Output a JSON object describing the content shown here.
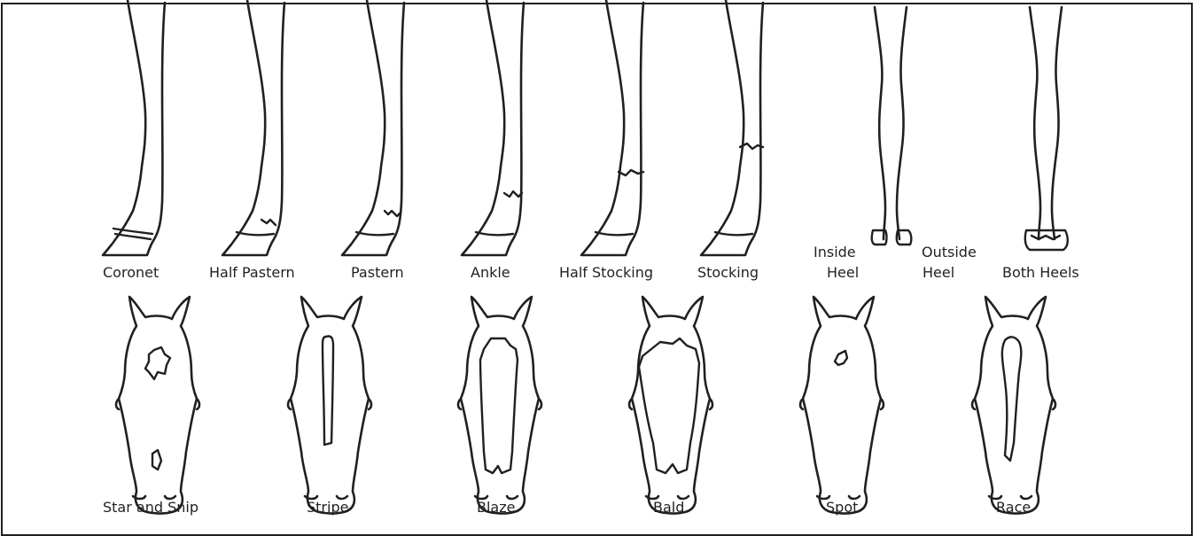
{
  "legs": [
    {
      "label": "Coronet",
      "marking": "coronet"
    },
    {
      "label": "Half Pastern",
      "marking": "half-pastern"
    },
    {
      "label": "Pastern",
      "marking": "pastern"
    },
    {
      "label": "Ankle",
      "marking": "ankle"
    },
    {
      "label": "Half Stocking",
      "marking": "half-stocking"
    },
    {
      "label": "Stocking",
      "marking": "stocking"
    },
    {
      "label_left_1": "Inside",
      "label_left_2": "Heel",
      "label_right_1": "Outside",
      "label_right_2": "Heel",
      "marking": "heels"
    },
    {
      "label": "Both Heels",
      "marking": "both-heels"
    }
  ],
  "heads": [
    {
      "label": "Star and Snip",
      "marking": "star-snip"
    },
    {
      "label": "Stripe",
      "marking": "stripe"
    },
    {
      "label": "Blaze",
      "marking": "blaze"
    },
    {
      "label": "Bald",
      "marking": "bald"
    },
    {
      "label": "Spot",
      "marking": "spot"
    },
    {
      "label": "Race",
      "marking": "race"
    }
  ]
}
